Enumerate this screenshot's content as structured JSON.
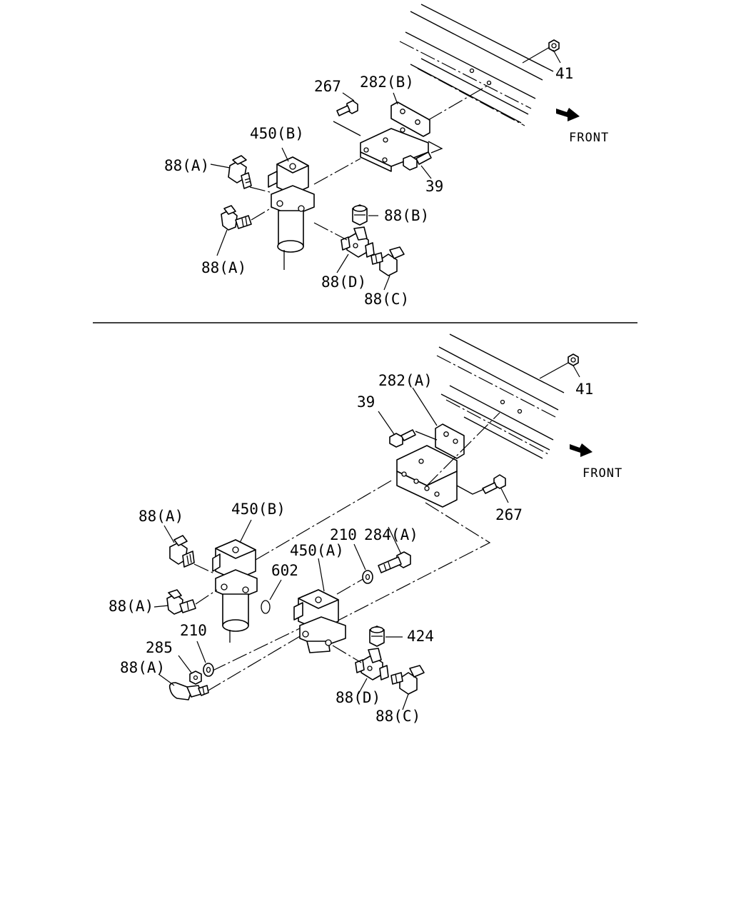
{
  "front_label": "FRONT",
  "top_view": {
    "labels": {
      "nut_41": "41",
      "bolt_267": "267",
      "bracket_282b": "282(B)",
      "valve_450b": "450(B)",
      "fitting_88a_upper": "88(A)",
      "bolt_39": "39",
      "fitting_88b": "88(B)",
      "fitting_88a_lower": "88(A)",
      "fitting_88d": "88(D)",
      "fitting_88c": "88(C)"
    }
  },
  "bottom_view": {
    "labels": {
      "nut_41": "41",
      "bracket_282a": "282(A)",
      "bolt_39": "39",
      "bolt_267": "267",
      "fitting_88a_upper": "88(A)",
      "valve_450b": "450(B)",
      "bolt_284a": "284(A)",
      "washer_210_upper": "210",
      "oring_602": "602",
      "valve_450a": "450(A)",
      "fitting_88a_middle": "88(A)",
      "washer_210_lower": "210",
      "nut_285": "285",
      "fitting_88a_lower": "88(A)",
      "spacer_424": "424",
      "fitting_88d": "88(D)",
      "fitting_88c": "88(C)"
    }
  }
}
